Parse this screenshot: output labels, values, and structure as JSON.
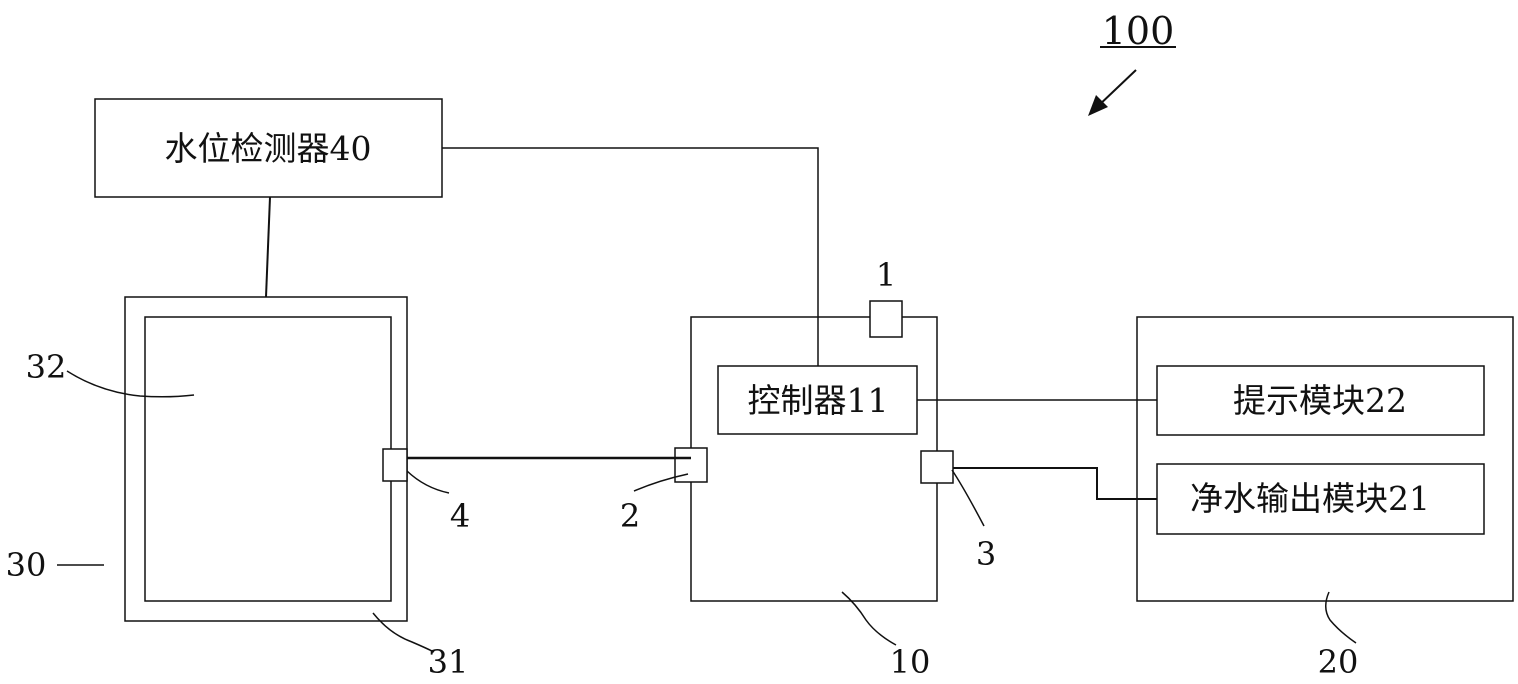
{
  "figure_number": "100",
  "boxes": {
    "water_level_detector": "水位检测器40",
    "controller": "控制器11",
    "prompt_module": "提示模块22",
    "purified_output_module": "净水输出模块21"
  },
  "refs": {
    "r1": "1",
    "r2": "2",
    "r3": "3",
    "r4": "4",
    "r10": "10",
    "r20": "20",
    "r30": "30",
    "r31": "31",
    "r32": "32"
  },
  "colors": {
    "line": "#111111",
    "background": "#ffffff"
  }
}
